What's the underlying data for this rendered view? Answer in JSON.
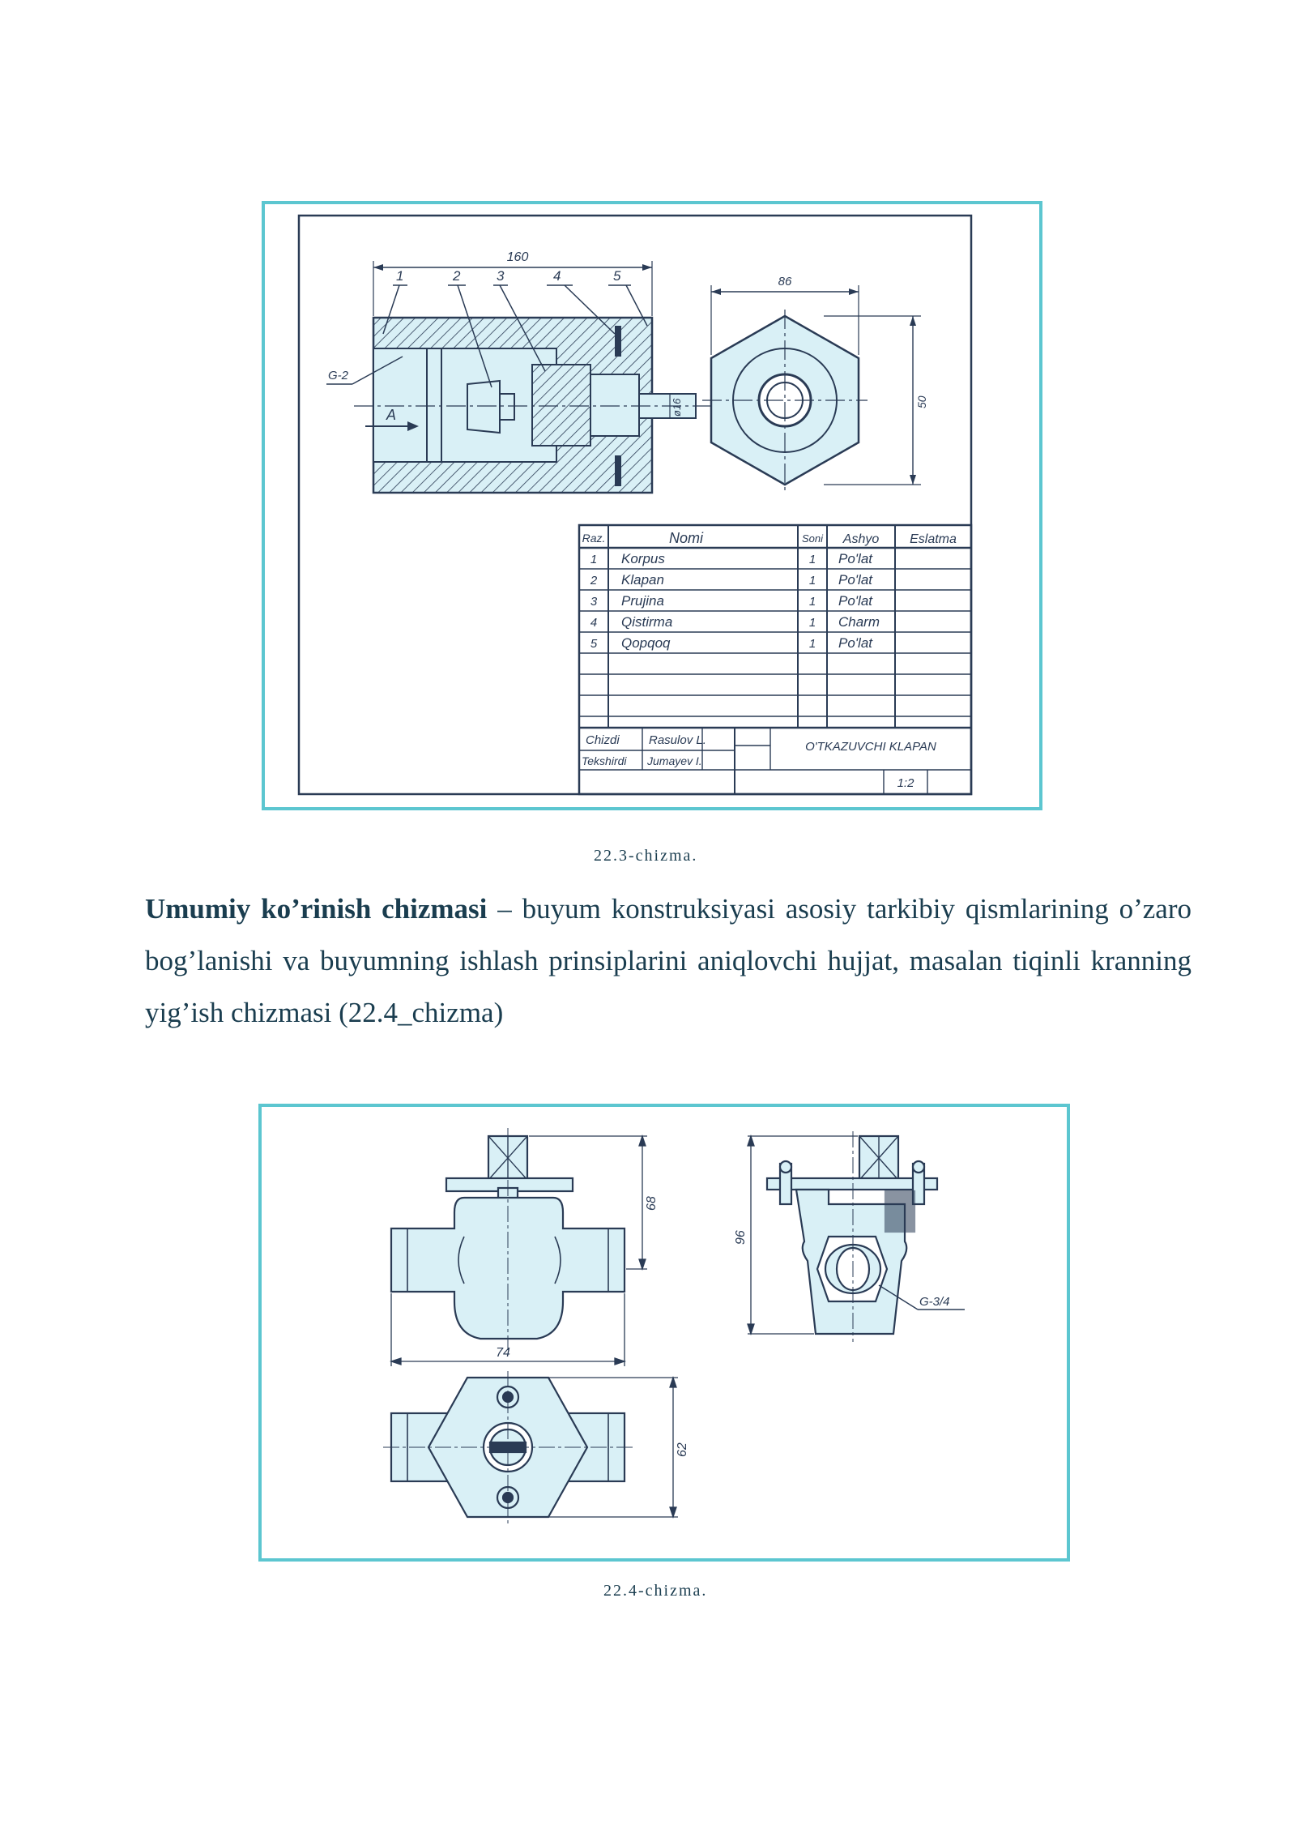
{
  "figure1": {
    "caption": "22.3-chizma.",
    "dims": {
      "length": "160",
      "hex_width": "86",
      "hex_height": "50",
      "thread": "G-2",
      "section": "A",
      "shaft": "ø16"
    },
    "balloons": [
      "1",
      "2",
      "3",
      "4",
      "5"
    ],
    "spec_table": {
      "headers": [
        "Raz.",
        "Nomi",
        "Soni",
        "Ashyo",
        "Eslatma"
      ],
      "rows": [
        [
          "1",
          "Korpus",
          "1",
          "Po'lat",
          ""
        ],
        [
          "2",
          "Klapan",
          "1",
          "Po'lat",
          ""
        ],
        [
          "3",
          "Prujina",
          "1",
          "Po'lat",
          ""
        ],
        [
          "4",
          "Qistirma",
          "1",
          "Charm",
          ""
        ],
        [
          "5",
          "Qopqoq",
          "1",
          "Po'lat",
          ""
        ]
      ]
    },
    "title_block": {
      "drawn_label": "Chizdi",
      "drawn_name": "Rasulov L.",
      "checked_label": "Tekshirdi",
      "checked_name": "Jumayev I.",
      "title": "O'TKAZUVCHI KLAPAN",
      "scale": "1:2"
    }
  },
  "paragraph": {
    "term": "Umumiy ko’rinish chizmasi",
    "text": " – buyum konstruksiyasi asosiy tarkibiy qismlarining o’zaro bog’lanishi va buyumning ishlash prinsiplarini aniqlovchi hujjat, masalan tiqinli kranning yig’ish chizmasi (22.4_chizma)"
  },
  "figure2": {
    "caption": "22.4-chizma.",
    "dims": {
      "height_front": "68",
      "width_front": "74",
      "height_side": "96",
      "thread": "G-3/4",
      "height_top": "62"
    }
  },
  "colors": {
    "frame": "#5cc6d0",
    "part_fill": "#d9f0f6",
    "line": "#2a3b55",
    "text": "#1a3d4f"
  }
}
